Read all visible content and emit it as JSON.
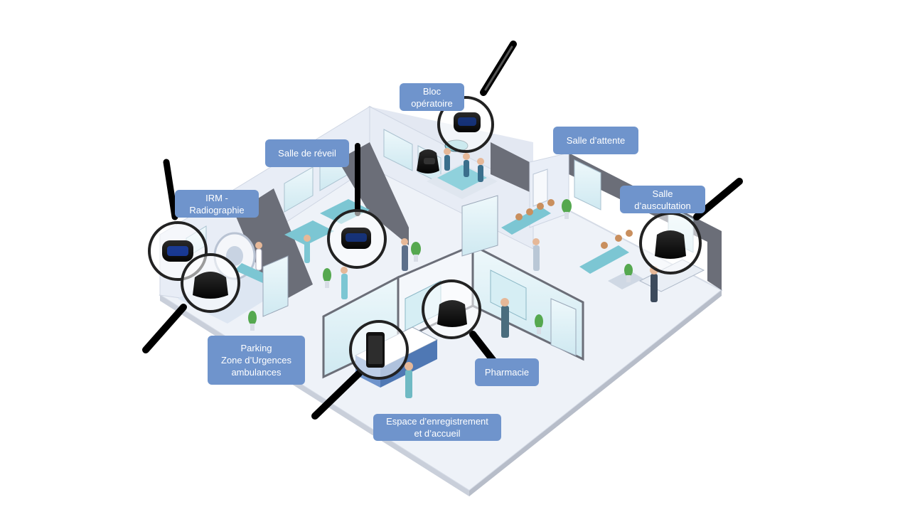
{
  "labels": {
    "bloc": "Bloc\nopératoire",
    "reveil": "Salle de réveil",
    "attente": "Salle d’attente",
    "irm": "IRM -\nRadiographie",
    "auscultation": "Salle\nd’auscultation",
    "parking": "Parking\nZone d’Urgences\nambulances",
    "pharmacie": "Pharmacie",
    "accueil": "Espace d’enregistrement\net d’accueil"
  },
  "colors": {
    "label_bg": "#6f94cc",
    "label_text": "#ffffff",
    "floor": "#f3f6fb",
    "wall_dark": "#6b6e78",
    "wall_light": "#e6ebf5",
    "accent_teal": "#7cc6d3",
    "magnifier": "#111111"
  },
  "icons": [
    "magnifier-icon",
    "tracker-device-icon",
    "smartphone-icon",
    "plant-icon",
    "person-icon"
  ]
}
